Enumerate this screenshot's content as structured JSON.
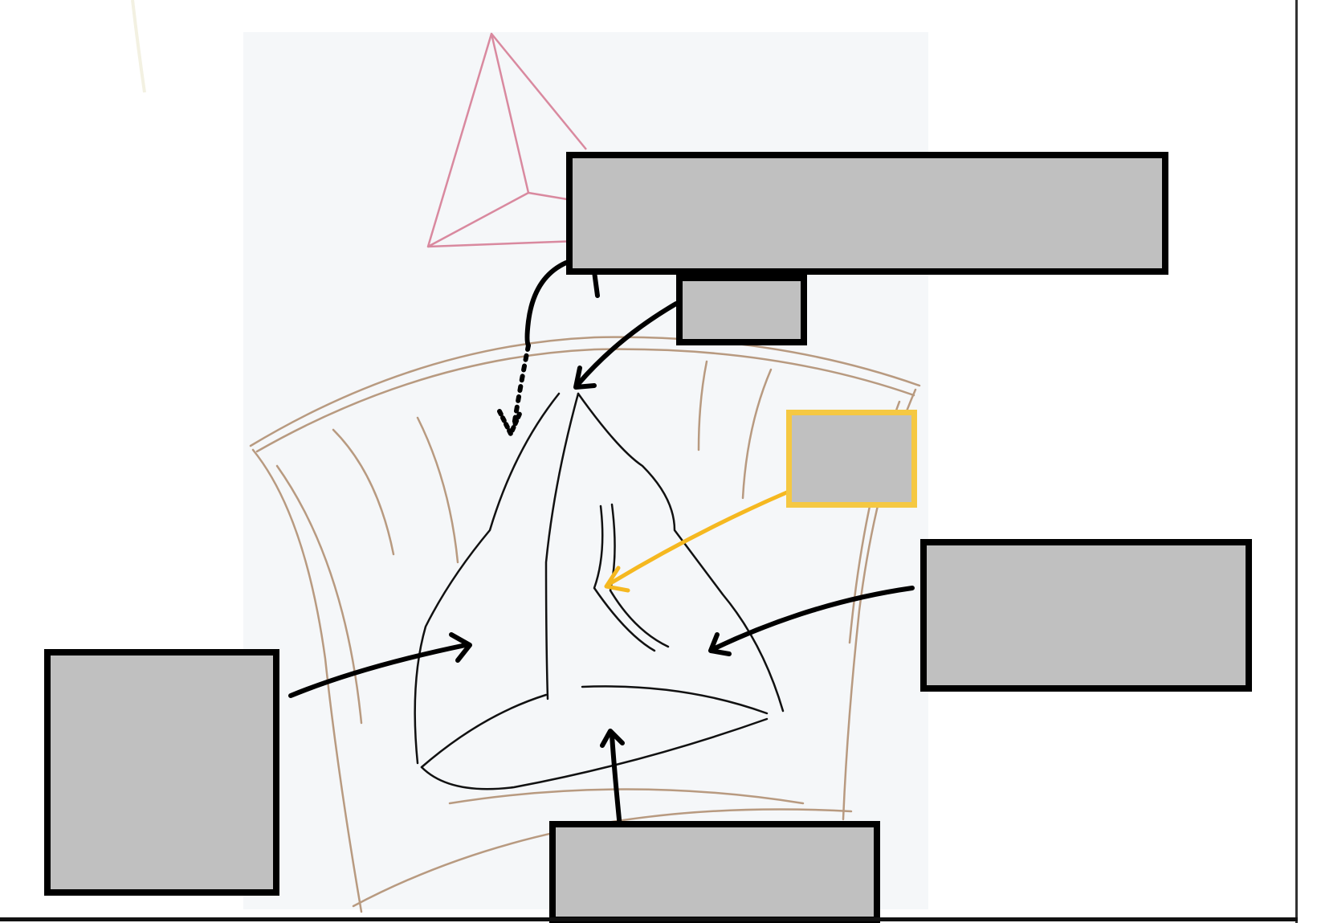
{
  "diagram": {
    "labels": [
      {
        "id": "top",
        "text": "",
        "highlighted": false
      },
      {
        "id": "small",
        "text": "",
        "highlighted": false
      },
      {
        "id": "yellow",
        "text": "",
        "highlighted": true
      },
      {
        "id": "right",
        "text": "",
        "highlighted": false
      },
      {
        "id": "left",
        "text": "",
        "highlighted": false
      },
      {
        "id": "bottom",
        "text": "",
        "highlighted": false
      }
    ],
    "colors": {
      "label_fill": "#c0c0c0",
      "label_border": "#000000",
      "highlight_border": "#f5c842",
      "arrow": "#000000",
      "highlight_arrow": "#f5b820",
      "tetrahedron": "#d9899f",
      "chair": "#b89a80",
      "sketch_background": "#f5f7f9"
    }
  }
}
